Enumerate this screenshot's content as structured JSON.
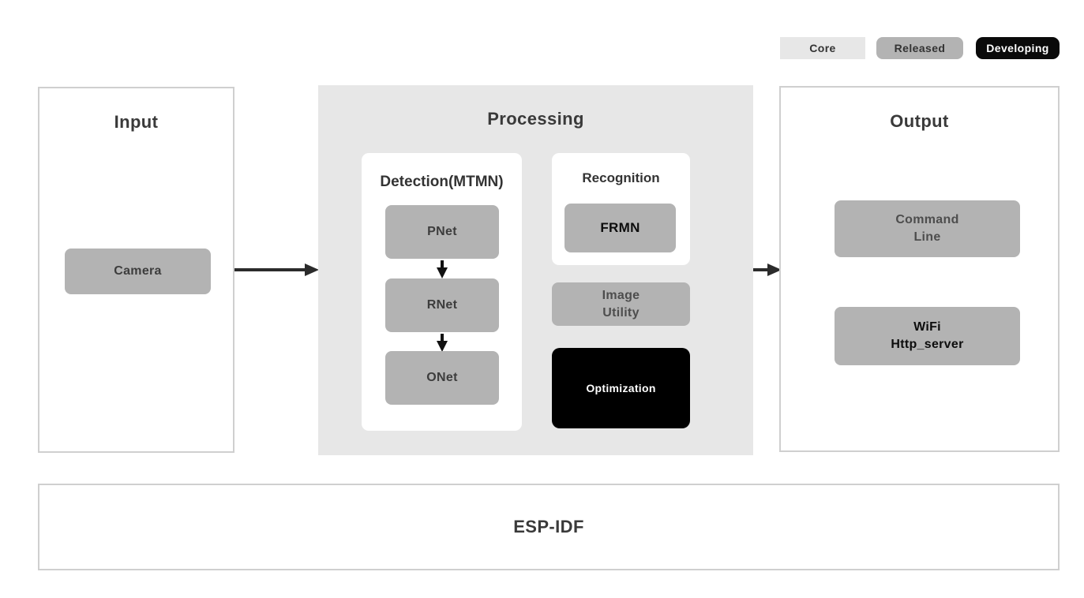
{
  "legend": {
    "items": [
      {
        "label": "Core",
        "bg": "#e7e7e7",
        "fg": "#333333",
        "status": "core"
      },
      {
        "label": "Released",
        "bg": "#b3b3b3",
        "fg": "#333333",
        "status": "released"
      },
      {
        "label": "Developing",
        "bg": "#0a0a0a",
        "fg": "#ffffff",
        "status": "developing"
      }
    ]
  },
  "panels": {
    "input": {
      "title": "Input"
    },
    "processing": {
      "title": "Processing"
    },
    "output": {
      "title": "Output"
    },
    "foundation": {
      "title": "ESP-IDF"
    }
  },
  "groups": {
    "detection": {
      "title": "Detection(MTMN)"
    },
    "recognition": {
      "title": "Recognition"
    }
  },
  "nodes": {
    "camera": {
      "label": "Camera",
      "status": "released"
    },
    "pnet": {
      "label": "PNet",
      "status": "released"
    },
    "rnet": {
      "label": "RNet",
      "status": "released"
    },
    "onet": {
      "label": "ONet",
      "status": "released"
    },
    "frmn": {
      "label": "FRMN",
      "status": "released"
    },
    "image_utility": {
      "line1": "Image",
      "line2": "Utility",
      "status": "released"
    },
    "optimization": {
      "label": "Optimization",
      "status": "developing"
    },
    "command_line": {
      "line1": "Command",
      "line2": "Line",
      "status": "released"
    },
    "wifi": {
      "line1": "WiFi",
      "line2": "Http_server",
      "status": "released"
    }
  },
  "flow": {
    "arrow1": "input-to-processing",
    "arrow2": "processing-to-output",
    "detection_arrow1": "pnet-to-rnet",
    "detection_arrow2": "rnet-to-onet"
  },
  "colors": {
    "processing_bg": "#e7e7e7",
    "module_gray": "#b3b3b3",
    "developing_black": "#000000",
    "panel_border": "#cfcfcf",
    "arrow": "#2b2b2b",
    "text_dark": "#3d3d3d",
    "text_white": "#ffffff"
  }
}
